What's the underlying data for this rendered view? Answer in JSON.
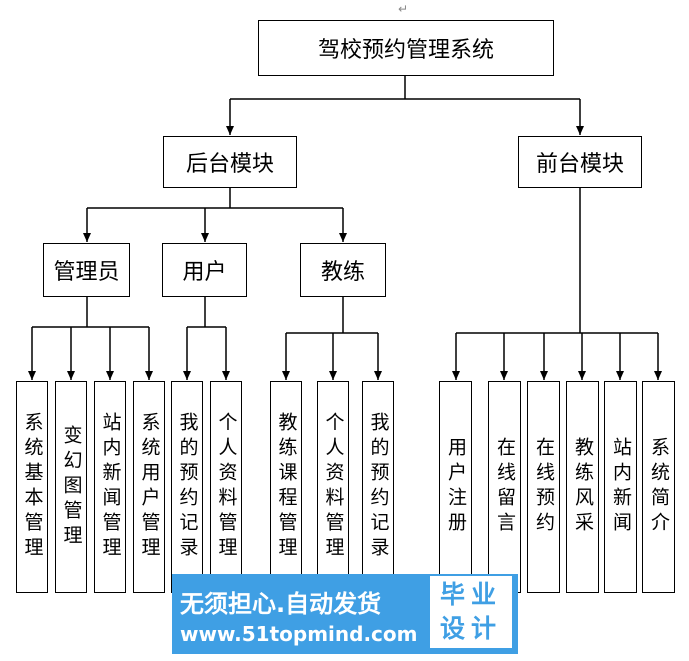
{
  "marker": "↵",
  "root": "驾校预约管理系统",
  "backend": {
    "label": "后台模块",
    "groups": [
      {
        "label": "管理员",
        "items": [
          "系统基本管理",
          "变幻图管理",
          "站内新闻管理",
          "系统用户管理"
        ]
      },
      {
        "label": "用户",
        "items": [
          "我的预约记录",
          "个人资料管理"
        ]
      },
      {
        "label": "教练",
        "items": [
          "教练课程管理",
          "个人资料管理",
          "我的预约记录"
        ]
      }
    ]
  },
  "frontend": {
    "label": "前台模块",
    "items": [
      "用户注册",
      "在线留言",
      "在线预约",
      "教练风采",
      "站内新闻",
      "系统简介"
    ]
  },
  "watermark": {
    "slogan": "无须担心.自动发货",
    "url": "www.51topmind.com",
    "badge_line1": "毕业",
    "badge_line2": "设计"
  }
}
